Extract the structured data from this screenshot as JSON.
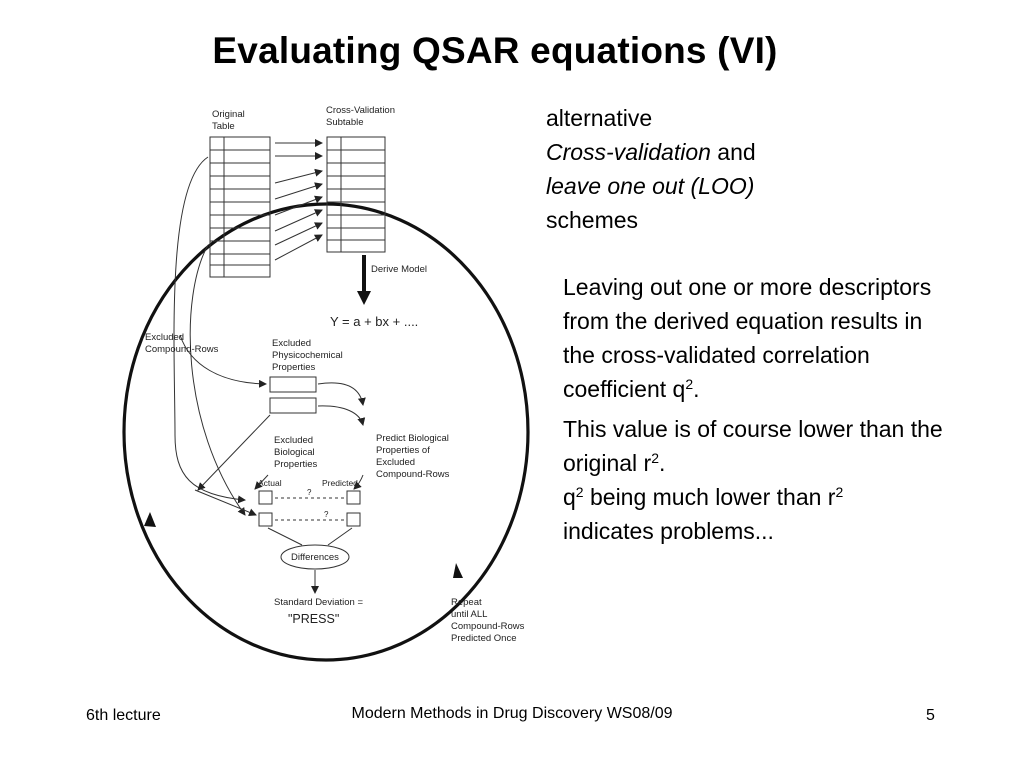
{
  "slide": {
    "title": "Evaluating QSAR equations (VI)",
    "intro": {
      "line1": "alternative",
      "line2_italic": "Cross-validation",
      "line2_rest": " and",
      "line3_italic": "leave one out (LOO)",
      "line4": "schemes"
    },
    "paragraph1": {
      "text": "Leaving out one or more descriptors from the derived equation results in the cross-validated correlation coefficient q",
      "sup": "2",
      "end": "."
    },
    "paragraph2": {
      "line1": "This value is of course lower than the original r",
      "line1_sup": "2",
      "line1_end": ".",
      "line2_a": "q",
      "line2_sup_a": "2",
      "line2_b": " being much lower than r",
      "line2_sup_b": "2",
      "line3": "indicates problems..."
    }
  },
  "diagram": {
    "original_table_l1": "Original",
    "original_table_l2": "Table",
    "cv_subtable_l1": "Cross-Validation",
    "cv_subtable_l2": "Subtable",
    "derive_model": "Derive Model",
    "equation": "Y = a + bx + ....",
    "excluded_rows_l1": "Excluded",
    "excluded_rows_l2": "Compound-Rows",
    "excl_phys_l1": "Excluded",
    "excl_phys_l2": "Physicochemical",
    "excl_phys_l3": "Properties",
    "excl_bio_l1": "Excluded",
    "excl_bio_l2": "Biological",
    "excl_bio_l3": "Properties",
    "predict_l1": "Predict  Biological",
    "predict_l2": "Properties  of",
    "predict_l3": "Excluded",
    "predict_l4": "Compound-Rows",
    "actual": "Actual",
    "predicted": "Predicted",
    "qmark": "?",
    "differences": "Differences",
    "std_dev": "Standard Deviation  =",
    "press": "\"PRESS\"",
    "repeat_l1": "Repeat",
    "repeat_l2": "until  ALL",
    "repeat_l3": "Compound-Rows",
    "repeat_l4": "Predicted Once"
  },
  "footer": {
    "left": "6th lecture",
    "center": "Modern Methods in Drug Discovery WS08/09",
    "page": "5"
  }
}
